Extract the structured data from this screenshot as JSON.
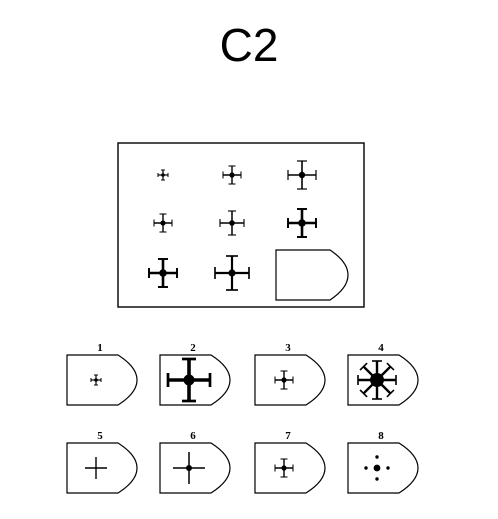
{
  "title": "C2",
  "matrix": {
    "cells": [
      {
        "row": 1,
        "col": 1,
        "figure": "cross-tiny-bar-ends-dot"
      },
      {
        "row": 1,
        "col": 2,
        "figure": "cross-small-bar-ends-dot"
      },
      {
        "row": 1,
        "col": 3,
        "figure": "cross-medium-bar-ends-dot"
      },
      {
        "row": 2,
        "col": 1,
        "figure": "cross-small-bar-ends-dot"
      },
      {
        "row": 2,
        "col": 2,
        "figure": "cross-small-medium-bar-ends-dot"
      },
      {
        "row": 2,
        "col": 3,
        "figure": "cross-medium-bold-bar-ends-dot"
      },
      {
        "row": 3,
        "col": 1,
        "figure": "cross-medium-bold-bar-ends-dot"
      },
      {
        "row": 3,
        "col": 2,
        "figure": "cross-large-bar-ends-dot"
      },
      {
        "row": 3,
        "col": 3,
        "figure": "empty-answer-slot"
      }
    ]
  },
  "options": [
    {
      "label": "1",
      "figure": "cross-tiny-bar-ends-dot"
    },
    {
      "label": "2",
      "figure": "cross-large-bold-bar-ends-dot"
    },
    {
      "label": "3",
      "figure": "cross-small-bar-ends-dot"
    },
    {
      "label": "4",
      "figure": "star-eight-arms-bold-dot"
    },
    {
      "label": "5",
      "figure": "plain-cross"
    },
    {
      "label": "6",
      "figure": "plain-cross-dot"
    },
    {
      "label": "7",
      "figure": "cross-small-bar-ends-dot"
    },
    {
      "label": "8",
      "figure": "dotted-cross"
    }
  ],
  "colors": {
    "ink": "#000000",
    "background": "#ffffff"
  }
}
